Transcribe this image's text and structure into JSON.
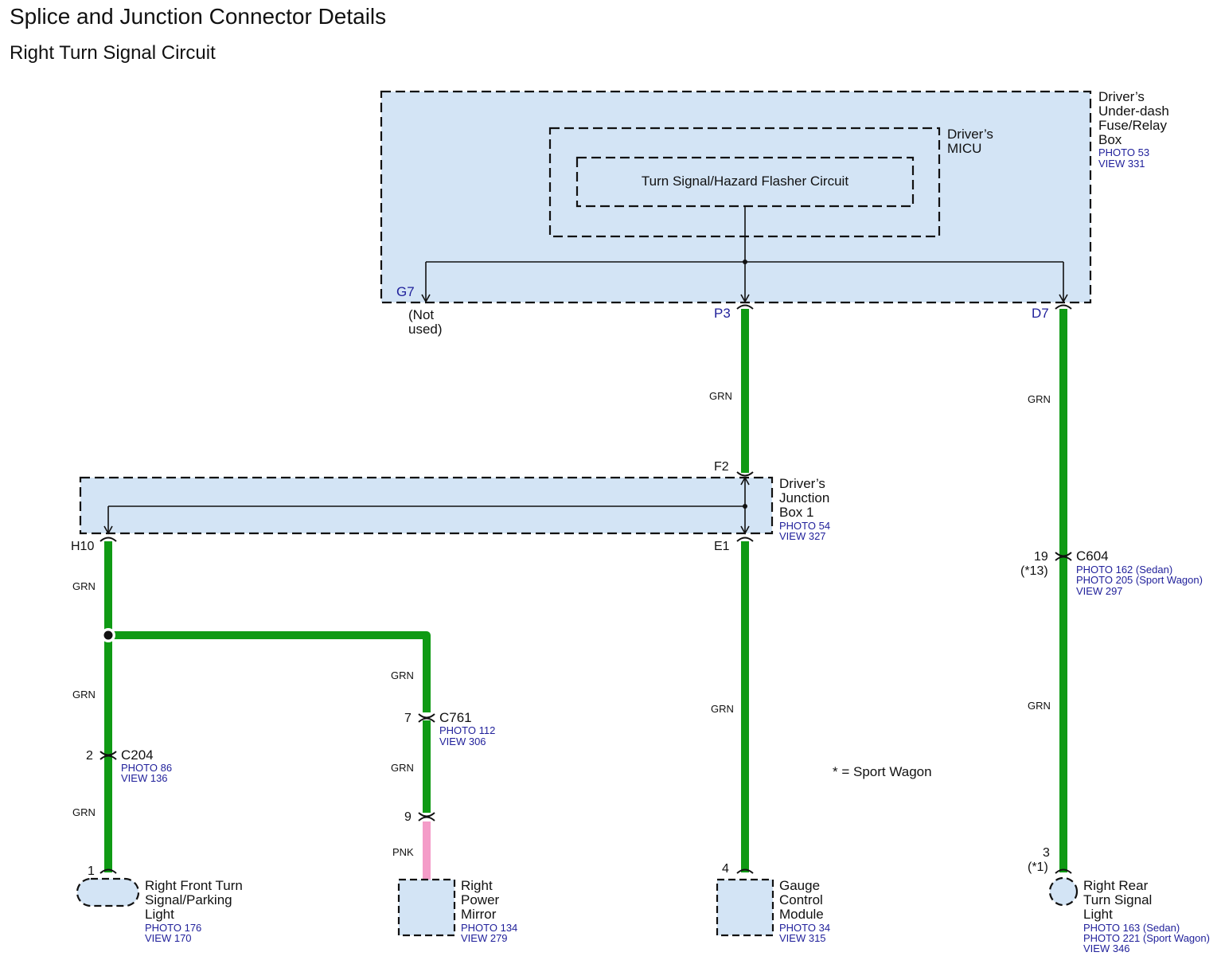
{
  "header": {
    "title": "Splice and Junction Connector Details",
    "subtitle": "Right Turn Signal Circuit"
  },
  "fuse_box": {
    "name_lines": [
      "Driver’s",
      "Under-dash",
      "Fuse/Relay",
      "Box"
    ],
    "refs": [
      "PHOTO 53",
      "VIEW 331"
    ],
    "micu_lines": [
      "Driver’s",
      "MICU"
    ],
    "circuit_label": "Turn Signal/Hazard Flasher Circuit",
    "pins": {
      "g7": "G7",
      "p3": "P3",
      "d7": "D7"
    },
    "not_used_lines": [
      "(Not",
      "used)"
    ]
  },
  "junction_box": {
    "name_lines": [
      "Driver’s",
      "Junction",
      "Box 1"
    ],
    "refs": [
      "PHOTO 54",
      "VIEW 327"
    ],
    "pins": {
      "f2": "F2",
      "h10": "H10",
      "e1": "E1"
    }
  },
  "wires": {
    "grn": "GRN",
    "pnk": "PNK"
  },
  "connectors": {
    "c604": {
      "name": "C604",
      "pin": "19",
      "note": "(*13)",
      "refs": [
        "PHOTO 162 (Sedan)",
        "PHOTO 205 (Sport Wagon)",
        "VIEW 297"
      ]
    },
    "c761": {
      "name": "C761",
      "pin_top": "7",
      "pin_bottom": "9",
      "refs": [
        "PHOTO 112",
        "VIEW 306"
      ]
    },
    "c204": {
      "name": "C204",
      "pin": "2",
      "refs": [
        "PHOTO 86",
        "VIEW 136"
      ]
    }
  },
  "components": {
    "front_light": {
      "pin": "1",
      "name_lines": [
        "Right Front Turn",
        "Signal/Parking",
        "Light"
      ],
      "refs": [
        "PHOTO 176",
        "VIEW 170"
      ]
    },
    "mirror": {
      "name_lines": [
        "Right",
        "Power",
        "Mirror"
      ],
      "refs": [
        "PHOTO 134",
        "VIEW 279"
      ]
    },
    "gauge": {
      "pin": "4",
      "name_lines": [
        "Gauge",
        "Control",
        "Module"
      ],
      "refs": [
        "PHOTO 34",
        "VIEW 315"
      ]
    },
    "rear_light": {
      "pin": "3",
      "note": "(*1)",
      "name_lines": [
        "Right Rear",
        "Turn Signal",
        "Light"
      ],
      "refs": [
        "PHOTO 163 (Sedan)",
        "PHOTO 221 (Sport Wagon)",
        "VIEW 346"
      ]
    }
  },
  "legend": {
    "note": "* =  Sport Wagon"
  },
  "colors": {
    "wire_grn": "#0f9a14",
    "wire_pnk": "#f49cc8",
    "box_fill": "#d3e4f5",
    "ref_text": "#1f1f9a"
  }
}
